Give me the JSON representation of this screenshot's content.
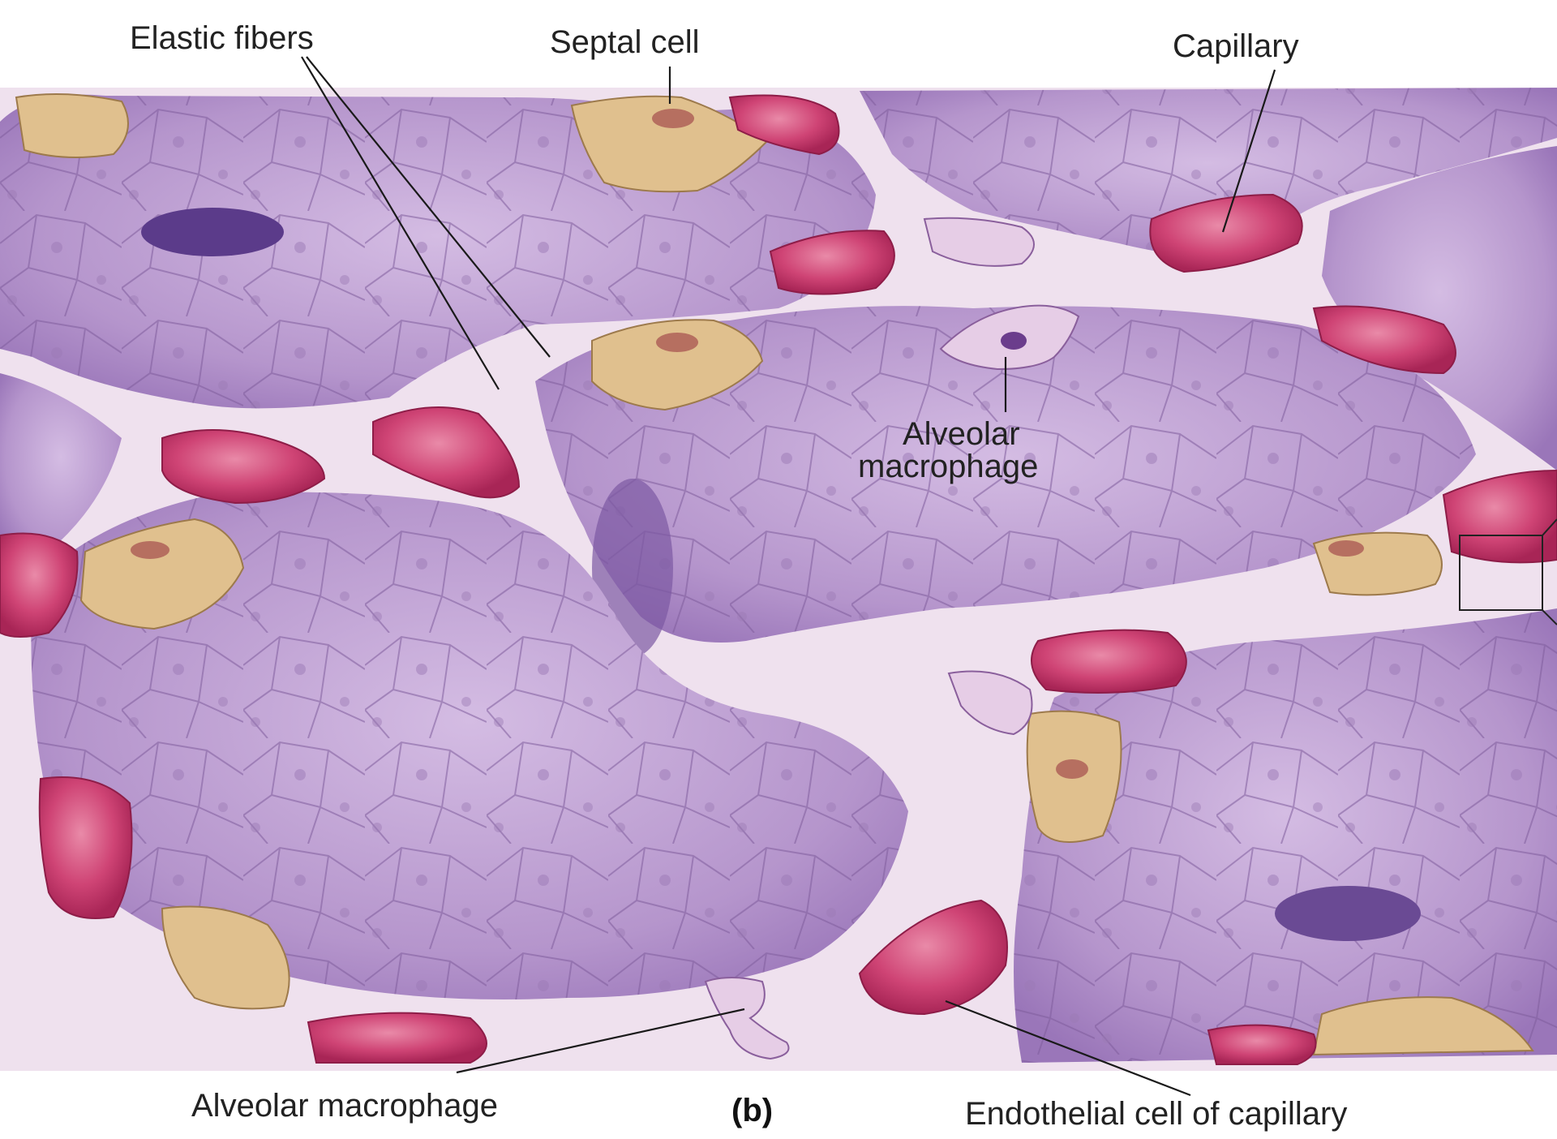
{
  "figure": {
    "panel_label": "(b)",
    "labels": {
      "elastic_fibers": "Elastic fibers",
      "septal_cell": "Septal cell",
      "capillary": "Capillary",
      "alveolar_macrophage_upper_line1": "Alveolar",
      "alveolar_macrophage_upper_line2": "macrophage",
      "alveolar_macrophage_lower": "Alveolar macrophage",
      "endothelial_cell": "Endothelial cell of capillary"
    }
  },
  "colors": {
    "alveolus_light": "#c2a5d6",
    "alveolus_dark": "#9c78bc",
    "septum": "#f3e6f1",
    "capillary_rbc": "#c9366a",
    "septal_cell": "#e0c08e",
    "macrophage": "#e6cde6",
    "leader_line": "#1a1a1a"
  }
}
